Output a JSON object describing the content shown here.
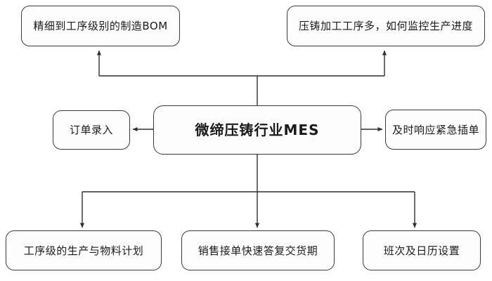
{
  "diagram": {
    "type": "mind-map-flowchart",
    "background_color": "#ffffff",
    "line_color": "#2f2f2f",
    "node_border_color": "#3a3a3a",
    "node_fill_color": "#fdfdfd",
    "text_color": "#1a1a1a",
    "center": {
      "id": "mes",
      "label": "微缔压铸行业MES"
    },
    "top_nodes": [
      {
        "id": "bom",
        "label": "精细到工序级别的制造BOM"
      },
      {
        "id": "progress",
        "label": "压铸加工工序多，如何监控生产进度"
      }
    ],
    "side_nodes": [
      {
        "id": "order-entry",
        "label": "订单录入",
        "side": "left"
      },
      {
        "id": "urgent",
        "label": "及时响应紧急插单",
        "side": "right"
      }
    ],
    "bottom_nodes": [
      {
        "id": "plan",
        "label": "工序级的生产与物料计划"
      },
      {
        "id": "delivery",
        "label": "销售接单快速答复交货期"
      },
      {
        "id": "calendar",
        "label": "班次及日历设置"
      }
    ],
    "edges": [
      {
        "from": "mes",
        "to": "bom",
        "direction": "up"
      },
      {
        "from": "mes",
        "to": "progress",
        "direction": "up"
      },
      {
        "from": "mes",
        "to": "order-entry",
        "direction": "left"
      },
      {
        "from": "mes",
        "to": "urgent",
        "direction": "right"
      },
      {
        "from": "mes",
        "to": "plan",
        "direction": "down"
      },
      {
        "from": "mes",
        "to": "delivery",
        "direction": "down"
      },
      {
        "from": "mes",
        "to": "calendar",
        "direction": "down"
      }
    ]
  }
}
